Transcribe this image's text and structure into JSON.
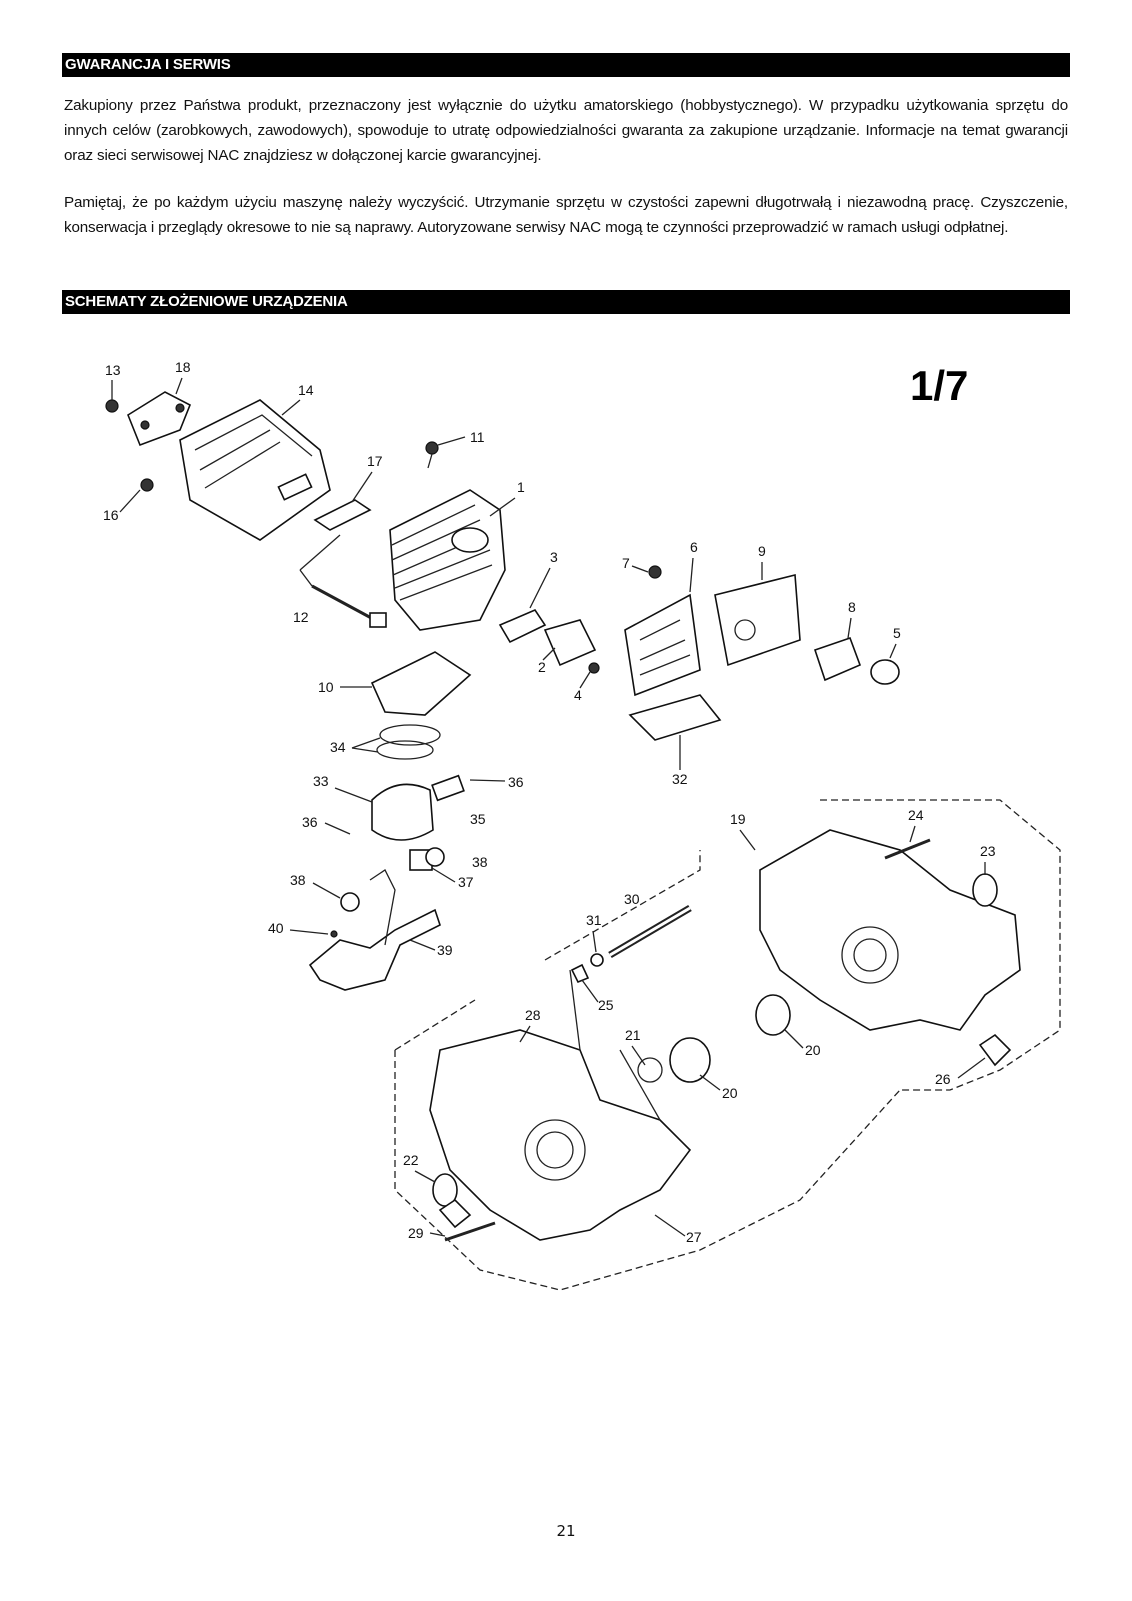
{
  "sections": {
    "warranty": {
      "title": "GWARANCJA I SERWIS",
      "paragraph1": "Zakupiony przez Państwa produkt, przeznaczony jest wyłącznie do użytku amatorskiego (hobbystycznego). W przypadku użytkowania sprzętu do innych celów (zarobkowych, zawodowych), spowoduje to utratę odpowiedzialności gwaranta za zakupione urządzanie. Informacje na temat gwarancji oraz sieci serwisowej NAC znajdziesz w dołączonej karcie gwarancyjnej.",
      "paragraph2": "Pamiętaj, że po każdym użyciu maszynę należy wyczyścić. Utrzymanie sprzętu w czystości zapewni długotrwałą i niezawodną pracę. Czyszczenie, konserwacja i przeglądy okresowe to nie są naprawy. Autoryzowane serwisy NAC mogą te czynności przeprowadzić w ramach usługi odpłatnej."
    },
    "schematics": {
      "title": "SCHEMATY ZŁOŻENIOWE URZĄDZENIA"
    }
  },
  "diagram": {
    "page_label": "1/7",
    "part_labels": [
      "13",
      "18",
      "14",
      "11",
      "17",
      "1",
      "16",
      "12",
      "3",
      "7",
      "6",
      "9",
      "8",
      "5",
      "2",
      "4",
      "10",
      "34",
      "33",
      "36",
      "35",
      "38",
      "37",
      "40",
      "39",
      "32",
      "19",
      "24",
      "23",
      "30",
      "31",
      "25",
      "28",
      "21",
      "20",
      "26",
      "22",
      "29",
      "27"
    ]
  },
  "footer": {
    "page_number": "21"
  }
}
